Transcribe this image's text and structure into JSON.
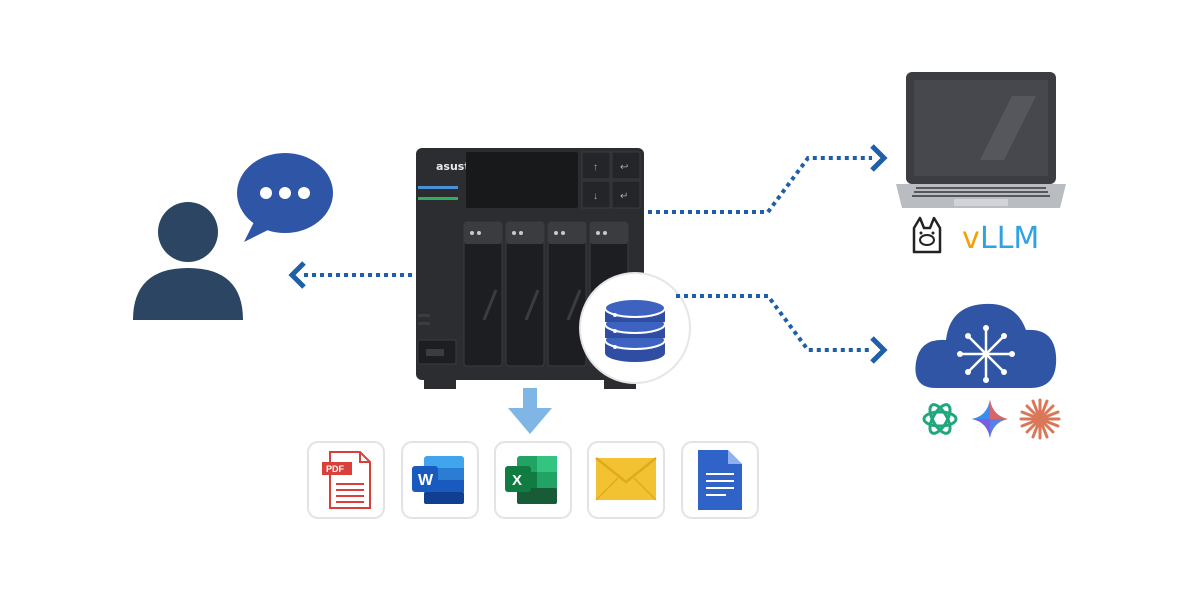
{
  "nas": {
    "brand": "asustor"
  },
  "runtimes": {
    "ollama": "ollama-llama-icon",
    "vllm_prefix": "v",
    "vllm_rest": "LLM"
  },
  "file_types": [
    {
      "icon": "pdf-file-icon",
      "badge": "PDF"
    },
    {
      "icon": "word-file-icon",
      "badge": "W"
    },
    {
      "icon": "excel-file-icon",
      "badge": "X"
    },
    {
      "icon": "email-icon"
    },
    {
      "icon": "document-icon"
    }
  ],
  "cloud_providers": [
    "openai-icon",
    "gemini-icon",
    "claude-icon"
  ],
  "colors": {
    "arrow": "#1f5fa8",
    "user": "#2c4563",
    "bubble": "#2f56a6",
    "database": "#2e4da3",
    "cloud": "#2f55a4",
    "nas_body": "#2b2d31",
    "laptop": "#3b3d42",
    "down_arrow": "#7fb6e6"
  }
}
